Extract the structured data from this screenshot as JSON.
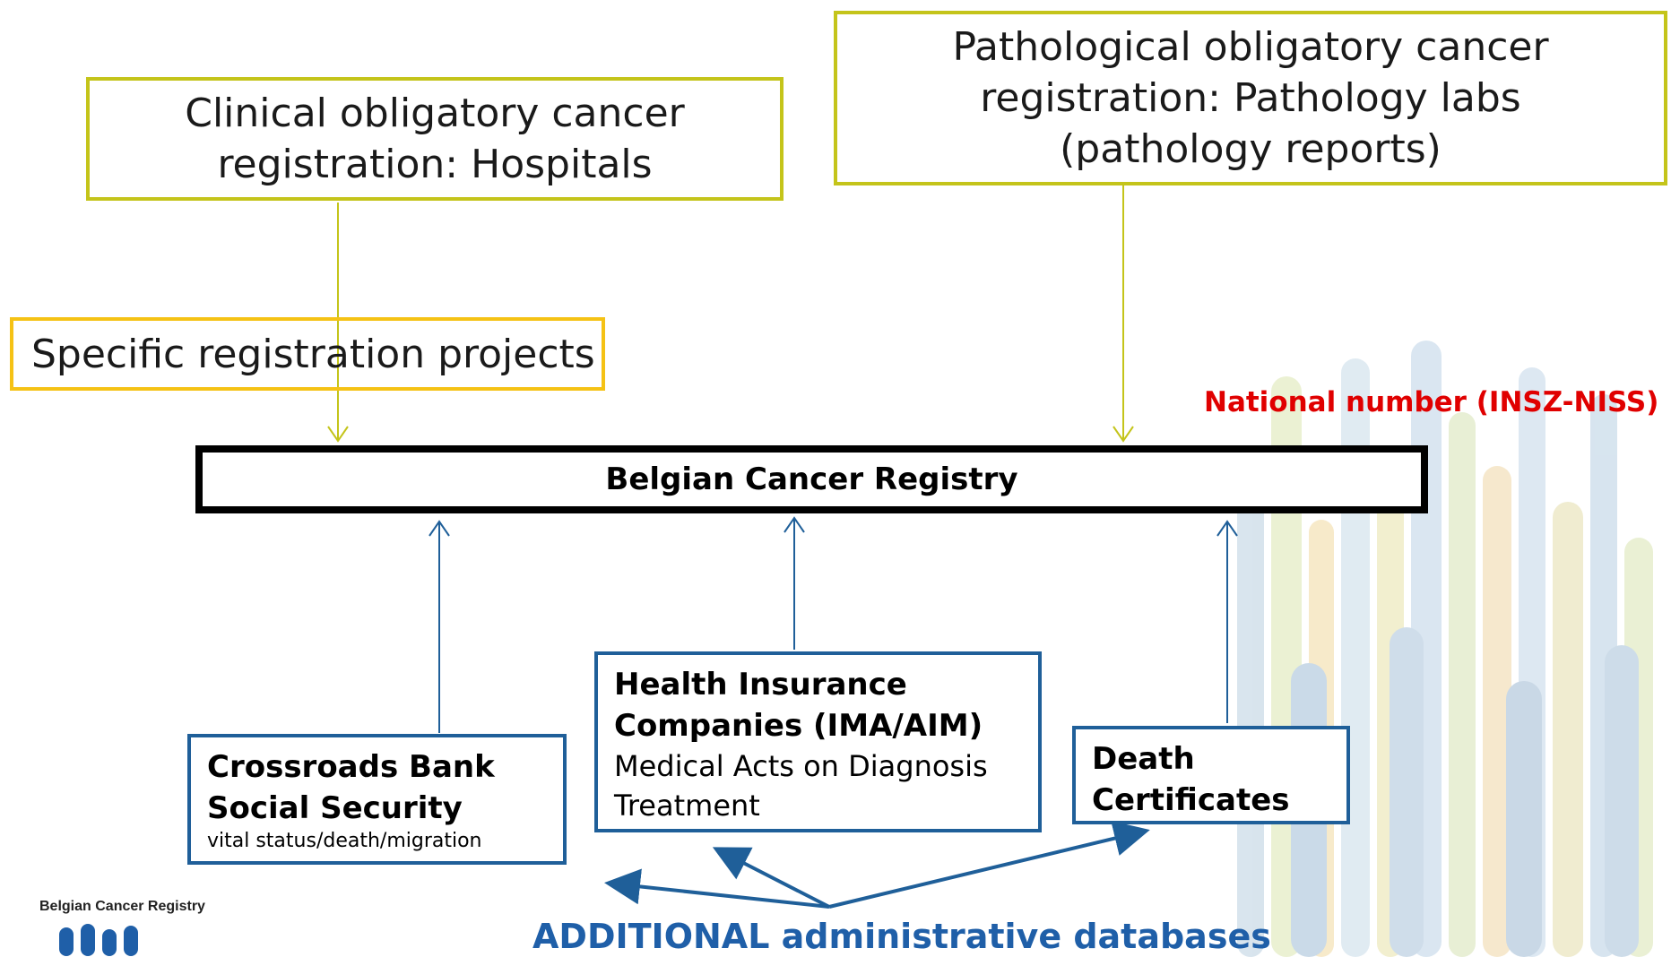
{
  "diagram": {
    "clinical": "Clinical obligatory cancer registration: Hospitals",
    "pathological": "Pathological obligatory cancer registration: Pathology labs (pathology reports)",
    "specific": "Specific registration projects",
    "national_number": "National number (INSZ-NISS)",
    "registry": "Belgian Cancer Registry",
    "crossroads": {
      "title": "Crossroads Bank Social Security",
      "subtitle": "vital status/death/migration"
    },
    "health": {
      "title": "Health Insurance Companies (IMA/AIM)",
      "subtitle": "Medical Acts on Diagnosis Treatment"
    },
    "death": {
      "title": "Death Certificates"
    },
    "additional": "ADDITIONAL administrative databases"
  },
  "logo": {
    "text": "Belgian Cancer Registry"
  },
  "colors": {
    "top_border": "#c4c41a",
    "specific_border": "#f5c215",
    "source_border": "#1f5f99",
    "national": "#e00000",
    "additional": "#1f5fa8"
  }
}
